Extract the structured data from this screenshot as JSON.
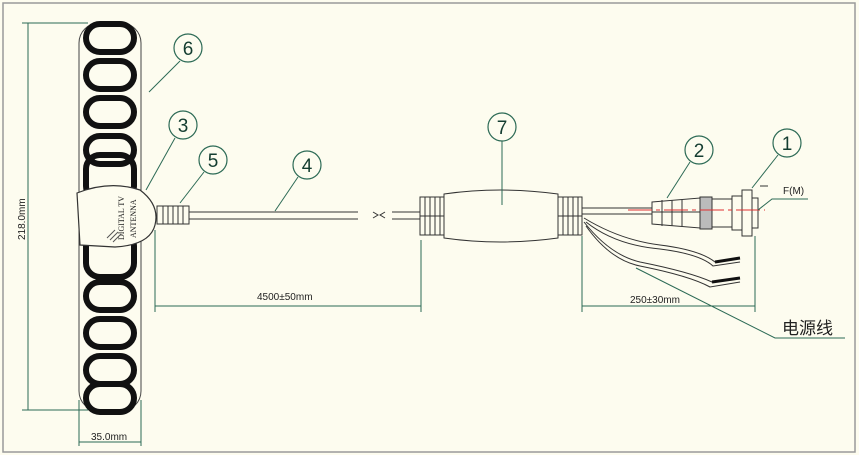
{
  "drawing": {
    "callouts": [
      "1",
      "2",
      "3",
      "4",
      "5",
      "6",
      "7"
    ],
    "dimensions": {
      "height": "218.0mm",
      "width": "35.0mm",
      "cable_length": "4500±50mm",
      "lead_length": "250±30mm"
    },
    "antenna_label_line1": "DIGITAL TV",
    "antenna_label_line2": "ANTENNA",
    "connector_type": "F(M)",
    "power_wire_label": "电源线",
    "colors": {
      "background": "#fdfcef",
      "dimension": "#2c6a55",
      "centerline": "#e03030"
    }
  }
}
